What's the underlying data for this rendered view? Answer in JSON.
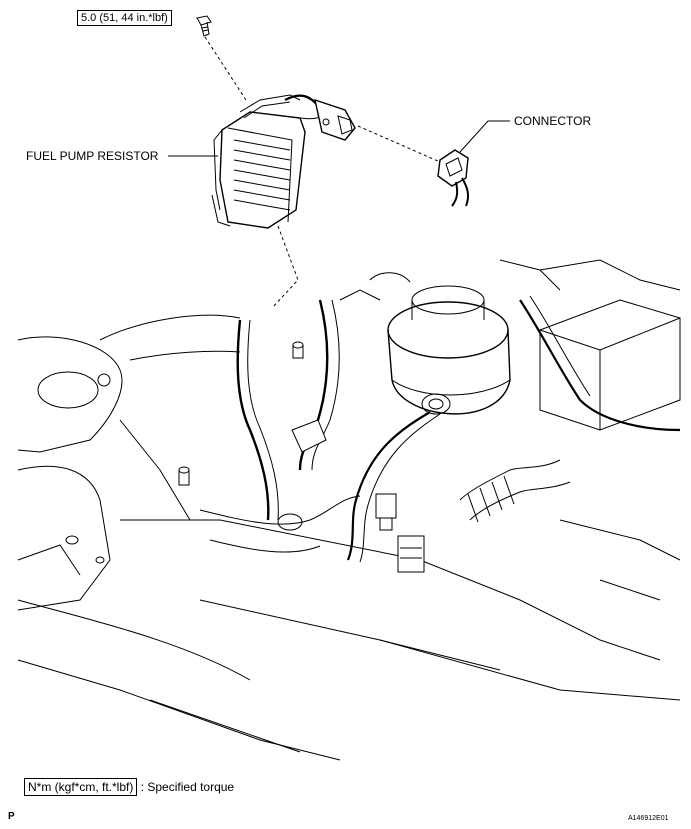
{
  "callouts": {
    "torque_spec": "5.0 (51, 44 in.*lbf)",
    "resistor": "FUEL PUMP RESISTOR",
    "connector": "CONNECTOR"
  },
  "legend": {
    "unit_box": "N*m (kgf*cm, ft.*lbf)",
    "description": ": Specified torque"
  },
  "footer": {
    "page_mark": "P",
    "figure_id": "A146912E01"
  }
}
